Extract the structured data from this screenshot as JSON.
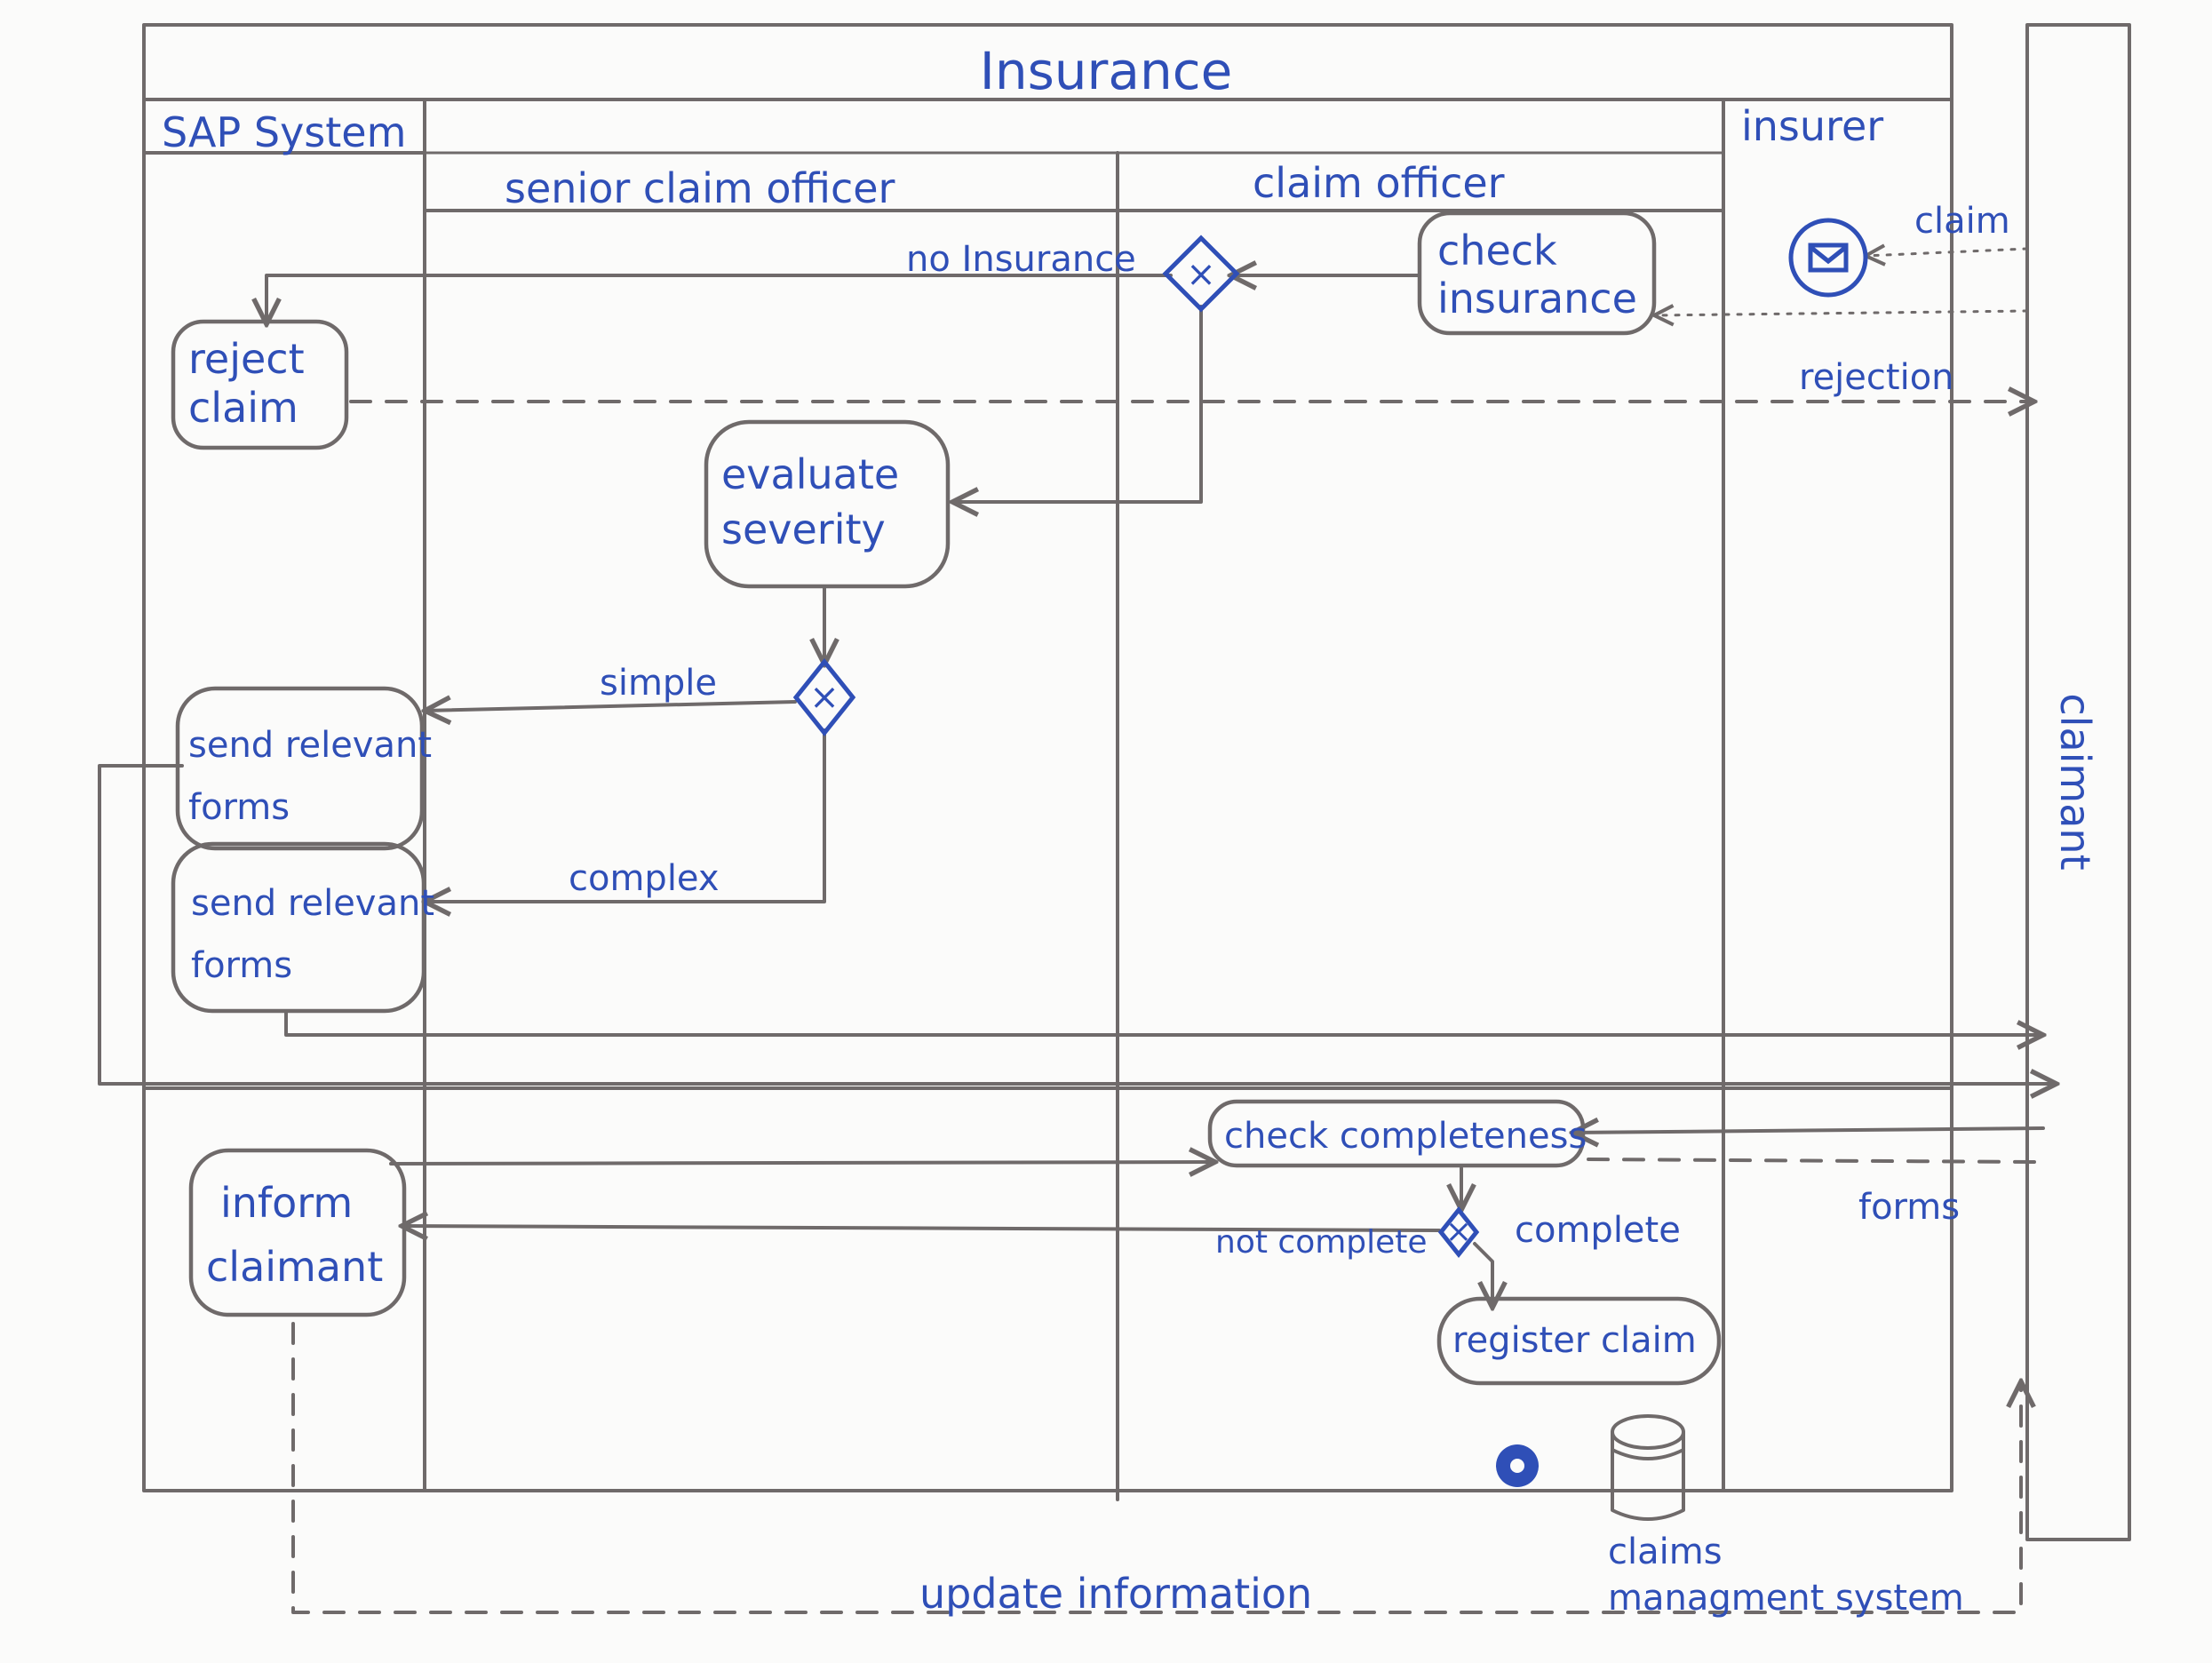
{
  "pools": {
    "insurance": "Insurance",
    "claimant": "claimant"
  },
  "lanes": {
    "sap_system": "SAP System",
    "senior_claim_officer": "senior claim officer",
    "claim_officer": "claim officer",
    "insurer": "insurer"
  },
  "tasks": {
    "check_insurance": [
      "check",
      "insurance"
    ],
    "reject_claim": [
      "reject",
      "claim"
    ],
    "evaluate_severity": [
      "evaluate",
      "severity"
    ],
    "send_forms_simple": [
      "send relevant",
      "forms"
    ],
    "send_forms_complex": [
      "send relevant",
      "forms"
    ],
    "check_completeness": "check completeness",
    "inform_claimant": [
      "inform",
      "claimant"
    ],
    "register_claim": "register claim"
  },
  "flow_labels": {
    "no_insurance": "no Insurance",
    "simple": "simple",
    "complex": "complex",
    "not_complete": "not complete",
    "complete": "complete"
  },
  "message_labels": {
    "claim": "claim",
    "rejection": "rejection",
    "forms": "forms",
    "update_information": "update information"
  },
  "data_store": [
    "claims",
    "managment system"
  ],
  "icons": {
    "start_event": "envelope-icon",
    "end_event": "filled-circle-icon",
    "gateway": "exclusive-gateway-icon",
    "data_store": "database-icon"
  },
  "colors": {
    "ink": "#2f4fb7",
    "pencil": "#6f6a6a",
    "paper": "#fbfbfa"
  }
}
